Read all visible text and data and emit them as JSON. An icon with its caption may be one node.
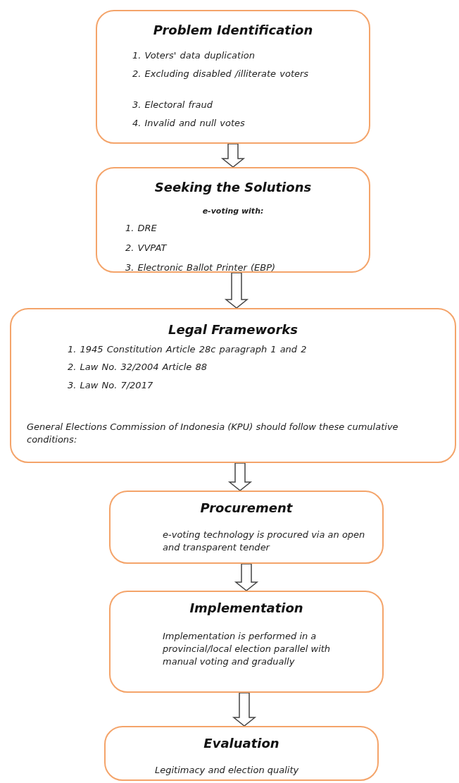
{
  "diagram": {
    "nodes": [
      {
        "text": [
          "Problem Identification",
          "1. Voters' data duplication",
          "2. Excluding disabled /illiterate voters",
          "3. Electoral fraud",
          "4. Invalid and null votes"
        ]
      },
      {
        "text": [
          "Seeking the Solutions",
          "e-voting with:",
          "1. DRE",
          "2. VVPAT",
          "3. Electronic Ballot Printer (EBP)"
        ]
      },
      {
        "text": [
          "Legal Frameworks",
          "1. 1945 Constitution Article 28c paragraph 1 and 2",
          "2. Law No. 32/2004 Article 88",
          "3. Law No. 7/2017",
          "General Elections Commission of Indonesia (KPU) should follow these cumulative conditions:"
        ]
      },
      {
        "text": [
          "Procurement",
          "e-voting technology is procured via an open and transparent tender"
        ]
      },
      {
        "text": [
          "Implementation",
          "Implementation is performed in a provincial/local election parallel with manual voting and gradually"
        ]
      },
      {
        "text": [
          "Evaluation",
          "Legitimacy and election quality"
        ]
      }
    ],
    "edges": [
      {
        "from": 0,
        "to": 1,
        "arrow": "to"
      },
      {
        "from": 1,
        "to": 2,
        "arrow": "to"
      },
      {
        "from": 2,
        "to": 3,
        "arrow": "to"
      },
      {
        "from": 3,
        "to": 4,
        "arrow": "to"
      },
      {
        "from": 4,
        "to": 5,
        "arrow": "to"
      }
    ]
  }
}
